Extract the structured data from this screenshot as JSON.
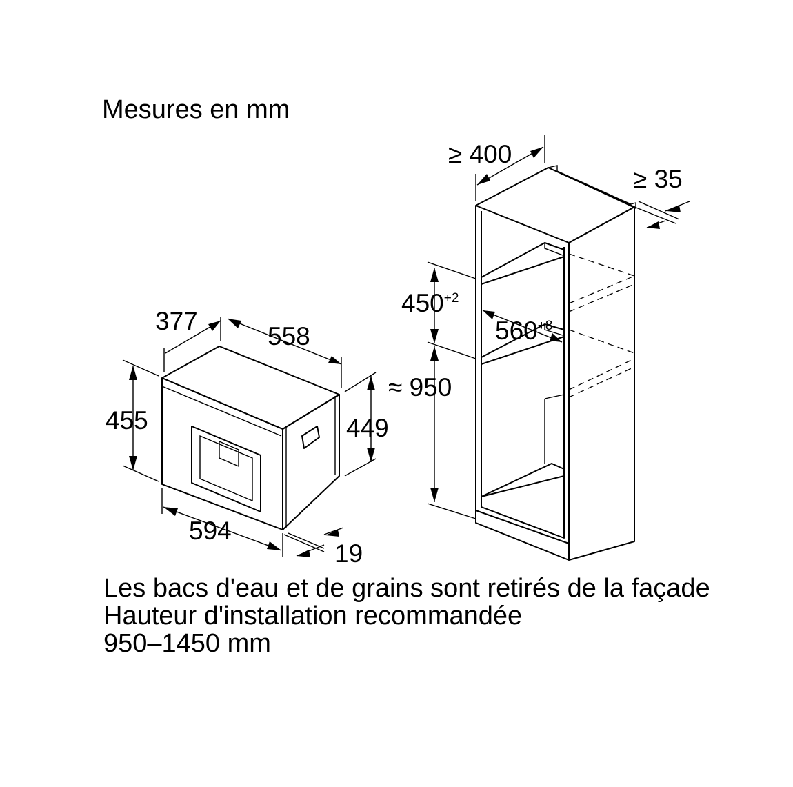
{
  "header": {
    "title": "Mesures en mm"
  },
  "appliance": {
    "depth": "377",
    "width_top": "558",
    "height_front": "455",
    "height_side": "449",
    "width_front": "594",
    "front_panel": "19"
  },
  "cabinet": {
    "min_depth": "≥ 400",
    "ventilation_gap": "≥ 35",
    "niche_height_value": "450",
    "niche_height_tol": "+2",
    "niche_width_value": "560",
    "niche_width_tol": "+8",
    "install_height": "≈ 950"
  },
  "notes": {
    "line1": "Les bacs d'eau et de grains sont retirés de la façade",
    "line2": "Hauteur d'installation recommandée",
    "line3": "950–1450 mm"
  }
}
